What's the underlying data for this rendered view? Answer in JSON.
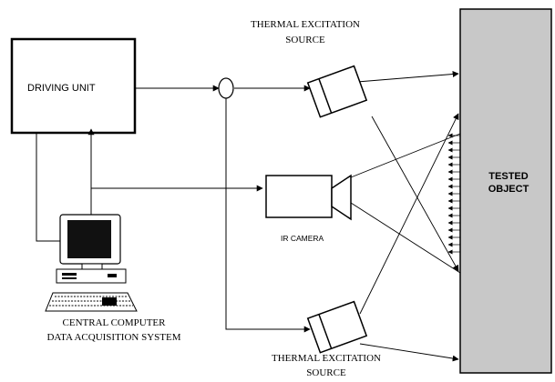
{
  "labels": {
    "driving_unit": "DRIVING UNIT",
    "tested_object_line1": "TESTED",
    "tested_object_line2": "OBJECT",
    "ir_camera": "IR CAMERA",
    "source_top_line1": "THERMAL EXCITATION",
    "source_top_line2": "SOURCE",
    "source_bottom_line1": "THERMAL EXCITATION",
    "source_bottom_line2": "SOURCE",
    "computer_line1": "CENTRAL COMPUTER",
    "computer_line2": "DATA ACQUISITION SYSTEM"
  },
  "colors": {
    "tested_object_fill": "#c8c8c8",
    "stroke": "#000000",
    "monitor_screen": "#111111"
  },
  "icons": [
    "thermal-source-icon",
    "ir-camera-icon",
    "computer-icon",
    "splitter-icon"
  ]
}
